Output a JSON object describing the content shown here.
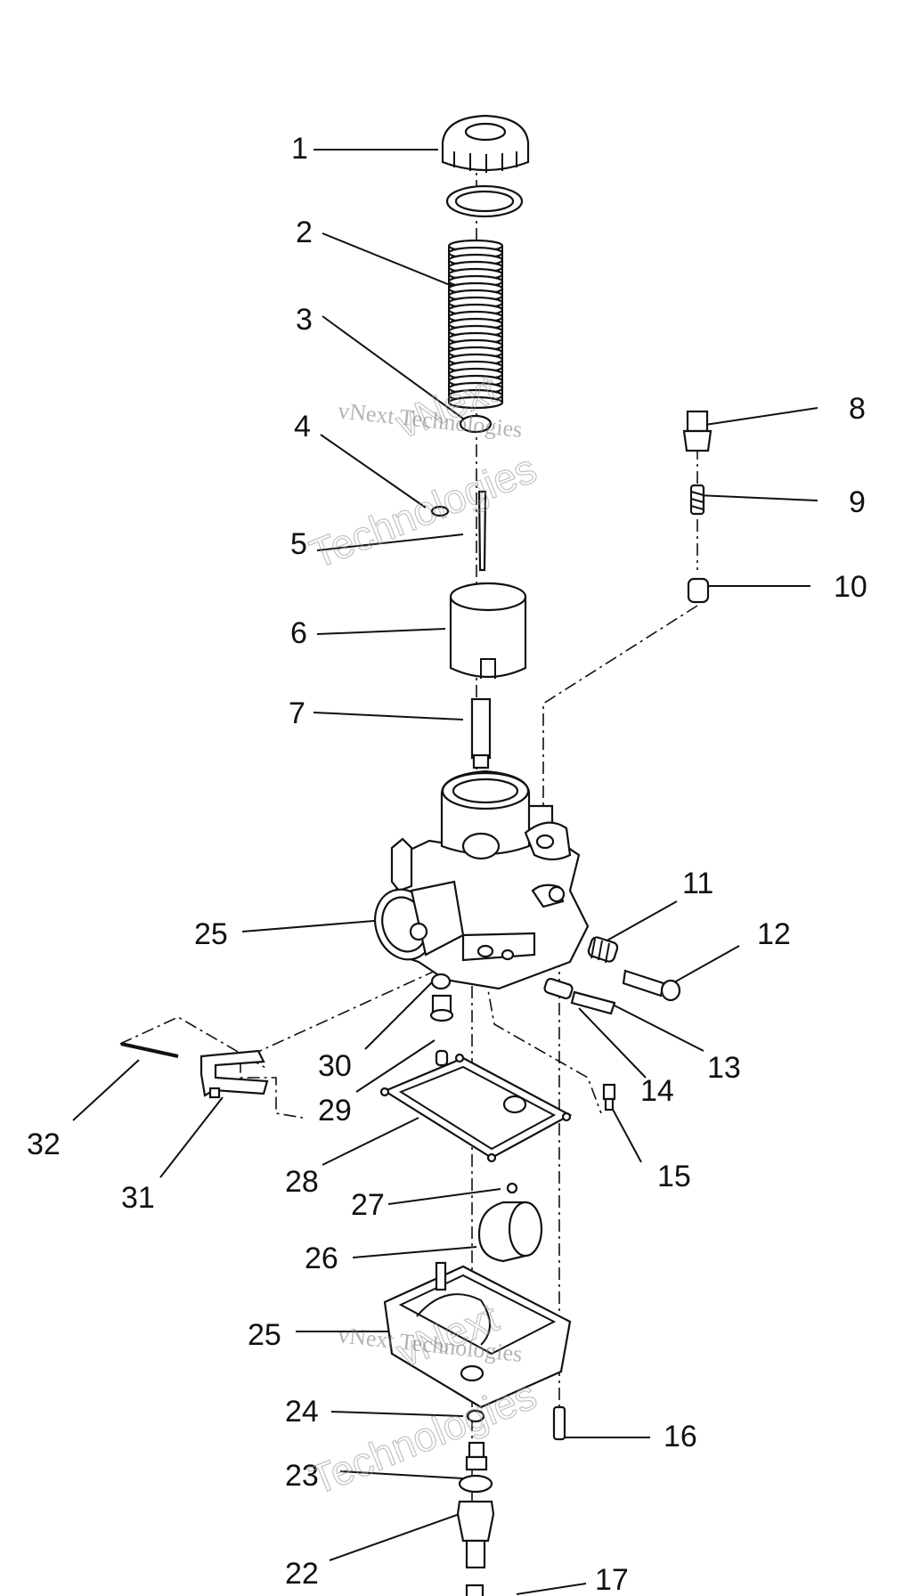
{
  "diagram": {
    "callouts": [
      {
        "id": "1",
        "text": "1"
      },
      {
        "id": "2",
        "text": "2"
      },
      {
        "id": "3",
        "text": "3"
      },
      {
        "id": "4",
        "text": "4"
      },
      {
        "id": "5",
        "text": "5"
      },
      {
        "id": "6",
        "text": "6"
      },
      {
        "id": "7",
        "text": "7"
      },
      {
        "id": "8",
        "text": "8"
      },
      {
        "id": "9",
        "text": "9"
      },
      {
        "id": "10",
        "text": "10"
      },
      {
        "id": "11",
        "text": "11"
      },
      {
        "id": "12",
        "text": "12"
      },
      {
        "id": "13",
        "text": "13"
      },
      {
        "id": "14",
        "text": "14"
      },
      {
        "id": "15",
        "text": "15"
      },
      {
        "id": "16",
        "text": "16"
      },
      {
        "id": "17",
        "text": "17"
      },
      {
        "id": "22",
        "text": "22"
      },
      {
        "id": "23",
        "text": "23"
      },
      {
        "id": "24",
        "text": "24"
      },
      {
        "id": "25a",
        "text": "25"
      },
      {
        "id": "25b",
        "text": "25"
      },
      {
        "id": "26",
        "text": "26"
      },
      {
        "id": "27",
        "text": "27"
      },
      {
        "id": "28",
        "text": "28"
      },
      {
        "id": "29",
        "text": "29"
      },
      {
        "id": "30",
        "text": "30"
      },
      {
        "id": "31",
        "text": "31"
      },
      {
        "id": "32",
        "text": "32"
      }
    ],
    "watermark": {
      "line1": "vNext Technologies",
      "line2": "vNext",
      "line3": "Technologies"
    }
  }
}
